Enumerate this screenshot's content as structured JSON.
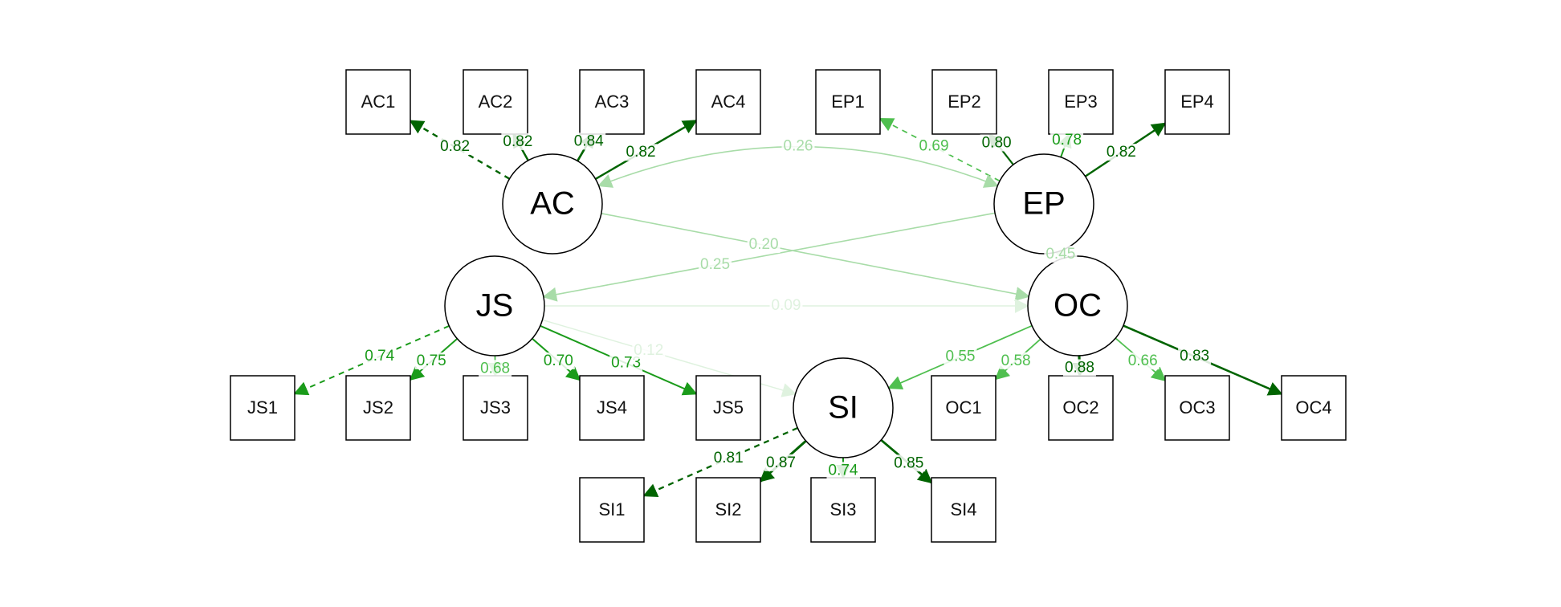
{
  "latents": [
    {
      "id": "AC",
      "label": "AC"
    },
    {
      "id": "EP",
      "label": "EP"
    },
    {
      "id": "JS",
      "label": "JS"
    },
    {
      "id": "OC",
      "label": "OC"
    },
    {
      "id": "SI",
      "label": "SI"
    }
  ],
  "indicators": [
    {
      "id": "AC1",
      "label": "AC1"
    },
    {
      "id": "AC2",
      "label": "AC2"
    },
    {
      "id": "AC3",
      "label": "AC3"
    },
    {
      "id": "AC4",
      "label": "AC4"
    },
    {
      "id": "EP1",
      "label": "EP1"
    },
    {
      "id": "EP2",
      "label": "EP2"
    },
    {
      "id": "EP3",
      "label": "EP3"
    },
    {
      "id": "EP4",
      "label": "EP4"
    },
    {
      "id": "JS1",
      "label": "JS1"
    },
    {
      "id": "JS2",
      "label": "JS2"
    },
    {
      "id": "JS3",
      "label": "JS3"
    },
    {
      "id": "JS4",
      "label": "JS4"
    },
    {
      "id": "JS5",
      "label": "JS5"
    },
    {
      "id": "OC1",
      "label": "OC1"
    },
    {
      "id": "OC2",
      "label": "OC2"
    },
    {
      "id": "OC3",
      "label": "OC3"
    },
    {
      "id": "OC4",
      "label": "OC4"
    },
    {
      "id": "SI1",
      "label": "SI1"
    },
    {
      "id": "SI2",
      "label": "SI2"
    },
    {
      "id": "SI3",
      "label": "SI3"
    },
    {
      "id": "SI4",
      "label": "SI4"
    }
  ],
  "loadings": [
    {
      "from": "AC",
      "to": "AC1",
      "value": "0.82",
      "fixed": true
    },
    {
      "from": "AC",
      "to": "AC2",
      "value": "0.82",
      "fixed": false
    },
    {
      "from": "AC",
      "to": "AC3",
      "value": "0.84",
      "fixed": false
    },
    {
      "from": "AC",
      "to": "AC4",
      "value": "0.82",
      "fixed": false
    },
    {
      "from": "EP",
      "to": "EP1",
      "value": "0.69",
      "fixed": true
    },
    {
      "from": "EP",
      "to": "EP2",
      "value": "0.80",
      "fixed": false
    },
    {
      "from": "EP",
      "to": "EP3",
      "value": "0.78",
      "fixed": false
    },
    {
      "from": "EP",
      "to": "EP4",
      "value": "0.82",
      "fixed": false
    },
    {
      "from": "JS",
      "to": "JS1",
      "value": "0.74",
      "fixed": true
    },
    {
      "from": "JS",
      "to": "JS2",
      "value": "0.75",
      "fixed": false
    },
    {
      "from": "JS",
      "to": "JS3",
      "value": "0.68",
      "fixed": false
    },
    {
      "from": "JS",
      "to": "JS4",
      "value": "0.70",
      "fixed": false
    },
    {
      "from": "JS",
      "to": "JS5",
      "value": "0.73",
      "fixed": false
    },
    {
      "from": "OC",
      "to": "OC1",
      "value": "0.58",
      "fixed": false
    },
    {
      "from": "OC",
      "to": "OC2",
      "value": "0.88",
      "fixed": false
    },
    {
      "from": "OC",
      "to": "OC3",
      "value": "0.66",
      "fixed": false
    },
    {
      "from": "OC",
      "to": "OC4",
      "value": "0.83",
      "fixed": false
    },
    {
      "from": "SI",
      "to": "SI1",
      "value": "0.81",
      "fixed": true
    },
    {
      "from": "SI",
      "to": "SI2",
      "value": "0.87",
      "fixed": false
    },
    {
      "from": "SI",
      "to": "SI3",
      "value": "0.74",
      "fixed": false
    },
    {
      "from": "SI",
      "to": "SI4",
      "value": "0.85",
      "fixed": false
    }
  ],
  "paths": [
    {
      "from": "AC",
      "to": "EP",
      "value": "0.26",
      "type": "covariance"
    },
    {
      "from": "AC",
      "to": "OC",
      "value": "0.20",
      "type": "regression"
    },
    {
      "from": "EP",
      "to": "JS",
      "value": "0.25",
      "type": "regression"
    },
    {
      "from": "EP",
      "to": "OC",
      "value": "0.45",
      "type": "regression"
    },
    {
      "from": "JS",
      "to": "OC",
      "value": "0.09",
      "type": "regression"
    },
    {
      "from": "JS",
      "to": "SI",
      "value": "0.12",
      "type": "regression"
    },
    {
      "from": "OC",
      "to": "SI",
      "value": "0.55",
      "type": "regression"
    }
  ],
  "colors": {
    "strong": "#006400",
    "medium": "#1a9b1a",
    "light": "#4fbf4f",
    "pale": "#a8dca8",
    "faint": "#dff2df"
  }
}
